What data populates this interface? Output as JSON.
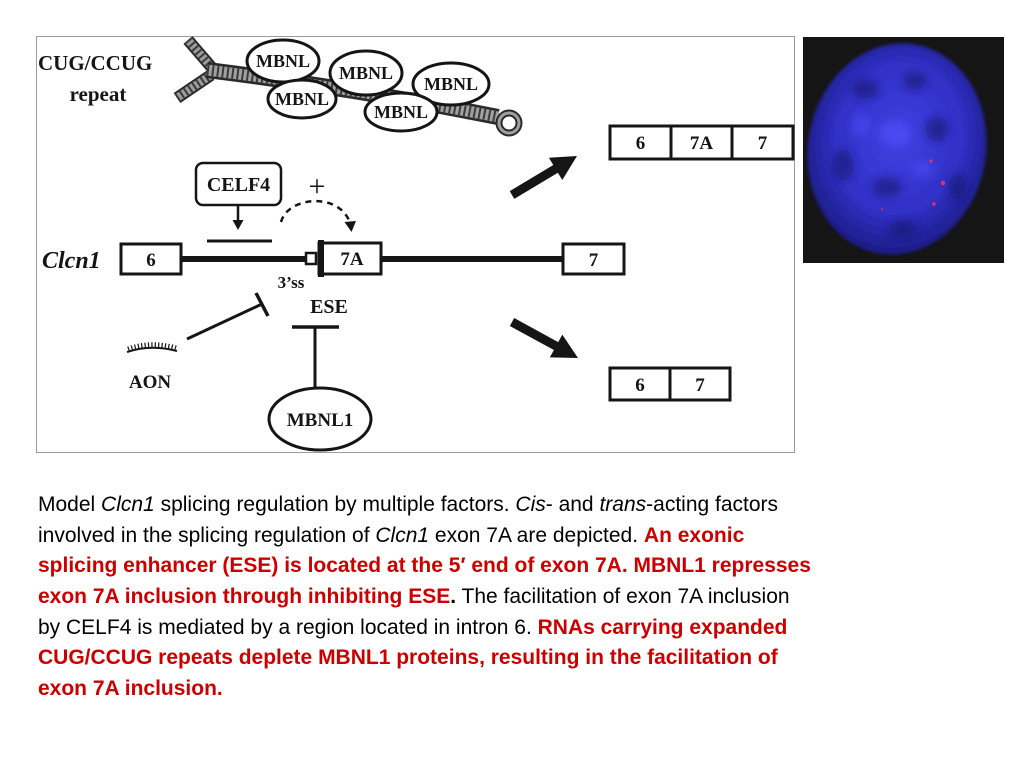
{
  "diagram": {
    "repeat_label": {
      "line1": "CUG/CCUG",
      "line2": "repeat"
    },
    "mbnl_proteins": [
      "MBNL",
      "MBNL",
      "MBNL",
      "MBNL",
      "MBNL"
    ],
    "celf4_label": "CELF4",
    "enhancement_sign": "+",
    "gene_name": "Clcn1",
    "gene_exons": [
      "6",
      "7A",
      "7"
    ],
    "splice_site_label": "3’ss",
    "ese_label": "ESE",
    "aon_label": "AON",
    "mbnl1_label": "MBNL1",
    "product_with_exon_7a": [
      "6",
      "7A",
      "7"
    ],
    "product_without_exon_7a": [
      "6",
      "7"
    ]
  },
  "caption": {
    "lines": [
      [
        "Model ",
        "Clcn1",
        " splicing regulation by multiple factors. ",
        "Cis",
        "- and ",
        "trans",
        "-acting factors"
      ],
      [
        "involved in the splicing regulation of ",
        "Clcn1",
        " exon 7A are depicted. ",
        "An exonic"
      ],
      [
        "splicing enhancer (ESE) is located at the 5′ end of exon 7A. MBNL1 represses"
      ],
      [
        "exon 7A inclusion through inhibiting ESE",
        ".",
        " The facilitation of exon 7A inclusion"
      ],
      [
        "by CELF4 is mediated by a region located in intron 6. ",
        "RNAs carrying expanded"
      ],
      [
        "CUG/CCUG repeats deplete MBNL1 proteins, resulting in the facilitation of"
      ],
      [
        "exon 7A inclusion."
      ]
    ]
  },
  "colors": {
    "highlight_text": "#cc0000",
    "foci_stain": "#e8305c"
  }
}
